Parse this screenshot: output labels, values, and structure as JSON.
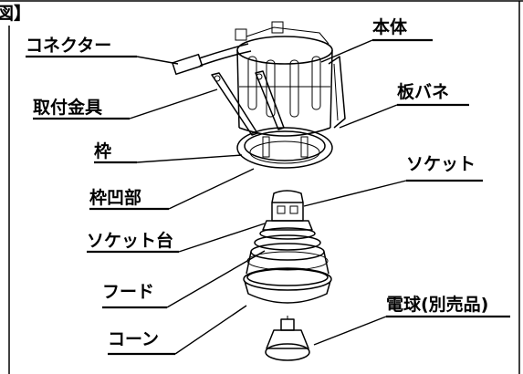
{
  "figure": {
    "title_fragment": "図】"
  },
  "labels": {
    "connector": "コネクター",
    "mounting_bracket": "取付金具",
    "frame": "枠",
    "frame_recess": "枠凹部",
    "socket_base": "ソケット台",
    "hood": "フード",
    "cone": "コーン",
    "body": "本体",
    "leaf_spring": "板バネ",
    "socket": "ソケット",
    "bulb": "電球(別売品)"
  }
}
